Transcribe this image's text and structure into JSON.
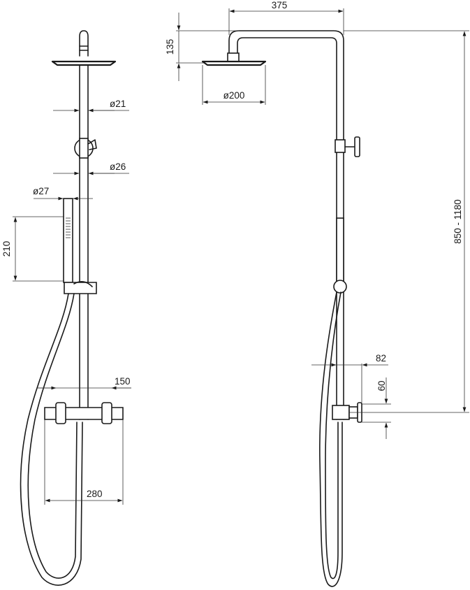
{
  "dimensions": {
    "pipe_diameter": "ø21",
    "holder_diameter": "ø26",
    "hand_shower_diameter": "ø27",
    "hand_shower_length": "210",
    "mixer_depth": "150",
    "mixer_width": "280",
    "arm_reach": "375",
    "head_drop": "135",
    "head_diameter": "ø200",
    "height_range": "850 - 1180",
    "outlet_offset": "82",
    "outlet_height": "60"
  },
  "colors": {
    "line": "#1a1a1a",
    "background": "#ffffff"
  }
}
